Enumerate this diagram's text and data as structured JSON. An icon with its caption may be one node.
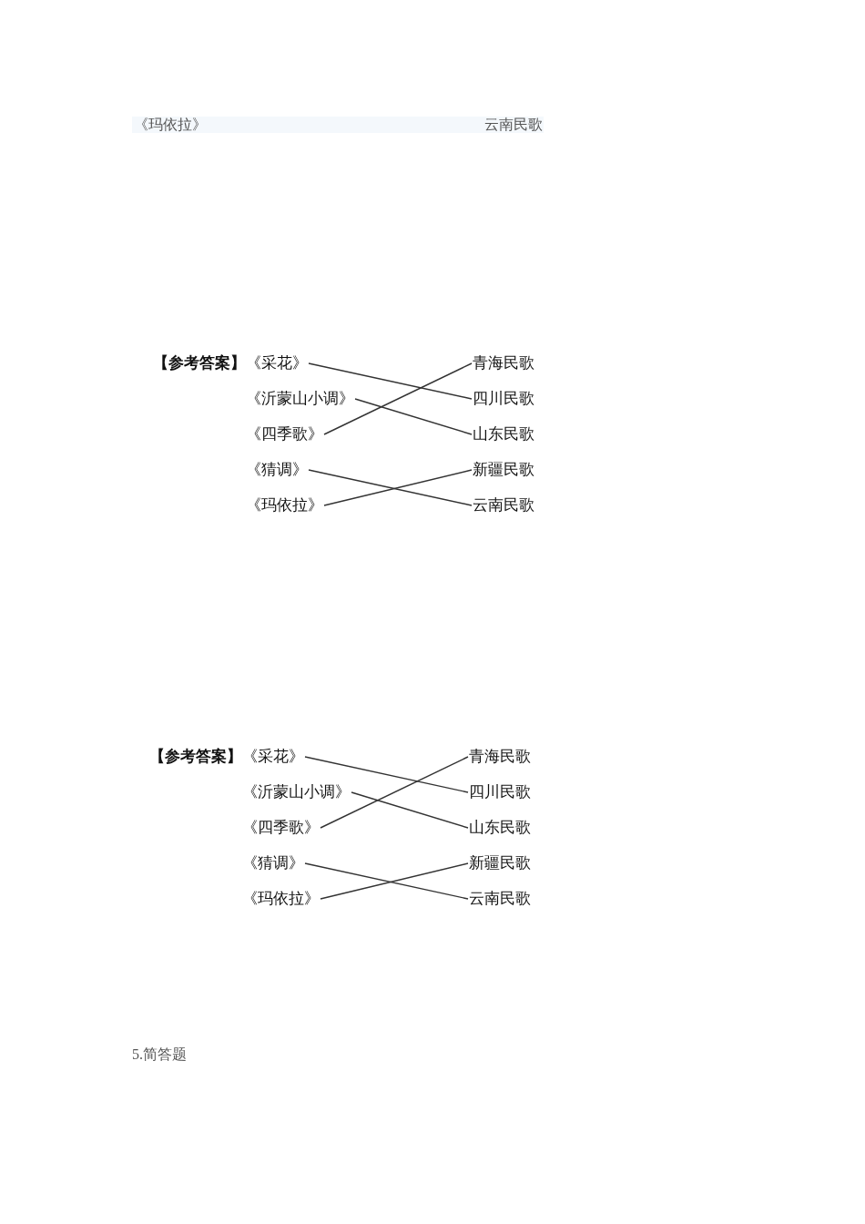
{
  "diagram": {
    "nodes": [
      {
        "text": [
          "《采花》"
        ]
      },
      {
        "text": [
          "《沂蒙山小调》"
        ]
      },
      {
        "text": [
          "《四季歌》"
        ]
      },
      {
        "text": [
          "《猜调》"
        ]
      },
      {
        "text": [
          "《玛依拉》"
        ]
      },
      {
        "text": [
          "青海民歌"
        ]
      },
      {
        "text": [
          "四川民歌"
        ]
      },
      {
        "text": [
          "山东民歌"
        ]
      },
      {
        "text": [
          "新疆民歌"
        ]
      },
      {
        "text": [
          "云南民歌"
        ]
      },
      {
        "text": [
          "《采花》"
        ]
      },
      {
        "text": [
          "《沂蒙山小调》"
        ]
      },
      {
        "text": [
          "《四季歌》"
        ]
      },
      {
        "text": [
          "《猜调》"
        ]
      },
      {
        "text": [
          "《玛依拉》"
        ]
      },
      {
        "text": [
          "青海民歌"
        ]
      },
      {
        "text": [
          "四川民歌"
        ]
      },
      {
        "text": [
          "山东民歌"
        ]
      },
      {
        "text": [
          "新疆民歌"
        ]
      },
      {
        "text": [
          "云南民歌"
        ]
      }
    ],
    "edges": [
      {
        "from": 0,
        "to": 6,
        "arrow": "none"
      },
      {
        "from": 1,
        "to": 7,
        "arrow": "none"
      },
      {
        "from": 2,
        "to": 5,
        "arrow": "none"
      },
      {
        "from": 3,
        "to": 9,
        "arrow": "none"
      },
      {
        "from": 4,
        "to": 8,
        "arrow": "none"
      },
      {
        "from": 10,
        "to": 16,
        "arrow": "none"
      },
      {
        "from": 11,
        "to": 17,
        "arrow": "none"
      },
      {
        "from": 12,
        "to": 15,
        "arrow": "none"
      },
      {
        "from": 13,
        "to": 19,
        "arrow": "none"
      },
      {
        "from": 14,
        "to": 18,
        "arrow": "none"
      }
    ],
    "labels": [
      "《玛依拉》",
      "云南民歌",
      "【参考答案】",
      "【参考答案】",
      "5.简答题"
    ]
  }
}
